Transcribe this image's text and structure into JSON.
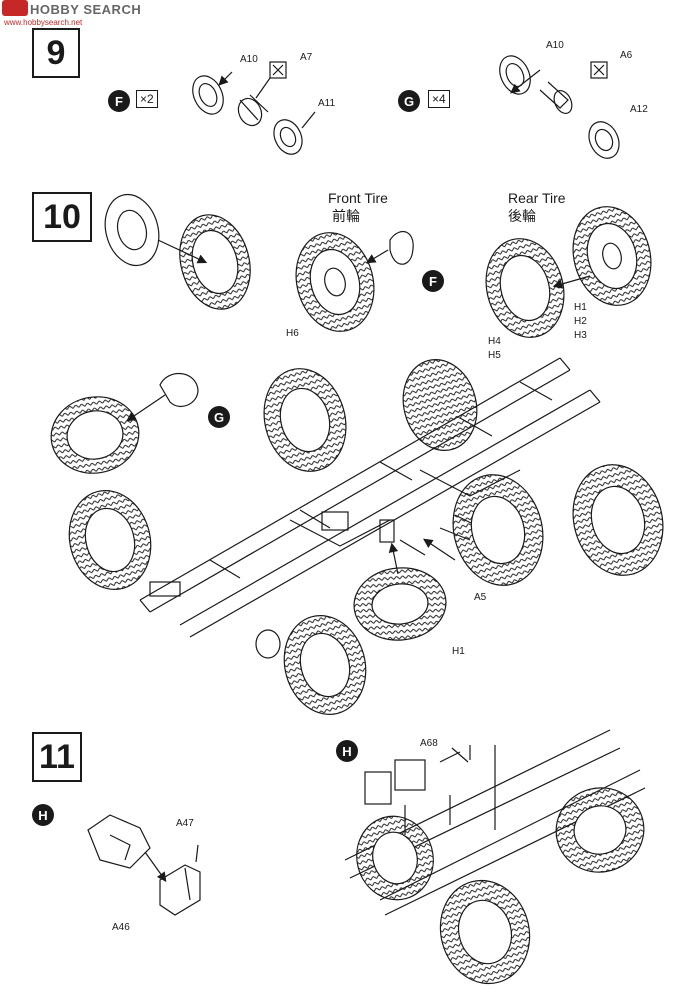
{
  "watermark": {
    "title": "HOBBY SEARCH",
    "sub": "www.hobbysearch.net",
    "color_red": "#c62828",
    "color_gray": "#555555"
  },
  "step9": {
    "number": "9",
    "left_group": {
      "badge": "F",
      "qty": "×2",
      "labels": [
        "A10",
        "A7",
        "A11"
      ]
    },
    "right_group": {
      "badge": "G",
      "qty": "×4",
      "labels": [
        "A10",
        "A6",
        "A12"
      ]
    }
  },
  "step10": {
    "number": "10",
    "front_tire": {
      "title": "Front Tire",
      "subtitle": "前輪",
      "badge": "F",
      "label": "H6"
    },
    "rear_tire": {
      "title": "Rear Tire",
      "subtitle": "後輪",
      "labels": [
        "H1",
        "H2",
        "H3",
        "H4",
        "H5"
      ]
    },
    "chassis": {
      "badge": "G",
      "labels": [
        "A5",
        "H1"
      ]
    }
  },
  "step11": {
    "number": "11",
    "left": {
      "badge": "H",
      "labels": [
        "A47",
        "A46"
      ]
    },
    "right": {
      "badge": "H",
      "label": "A68"
    }
  },
  "colors": {
    "ink": "#1a1a1a",
    "paper": "#ffffff"
  }
}
